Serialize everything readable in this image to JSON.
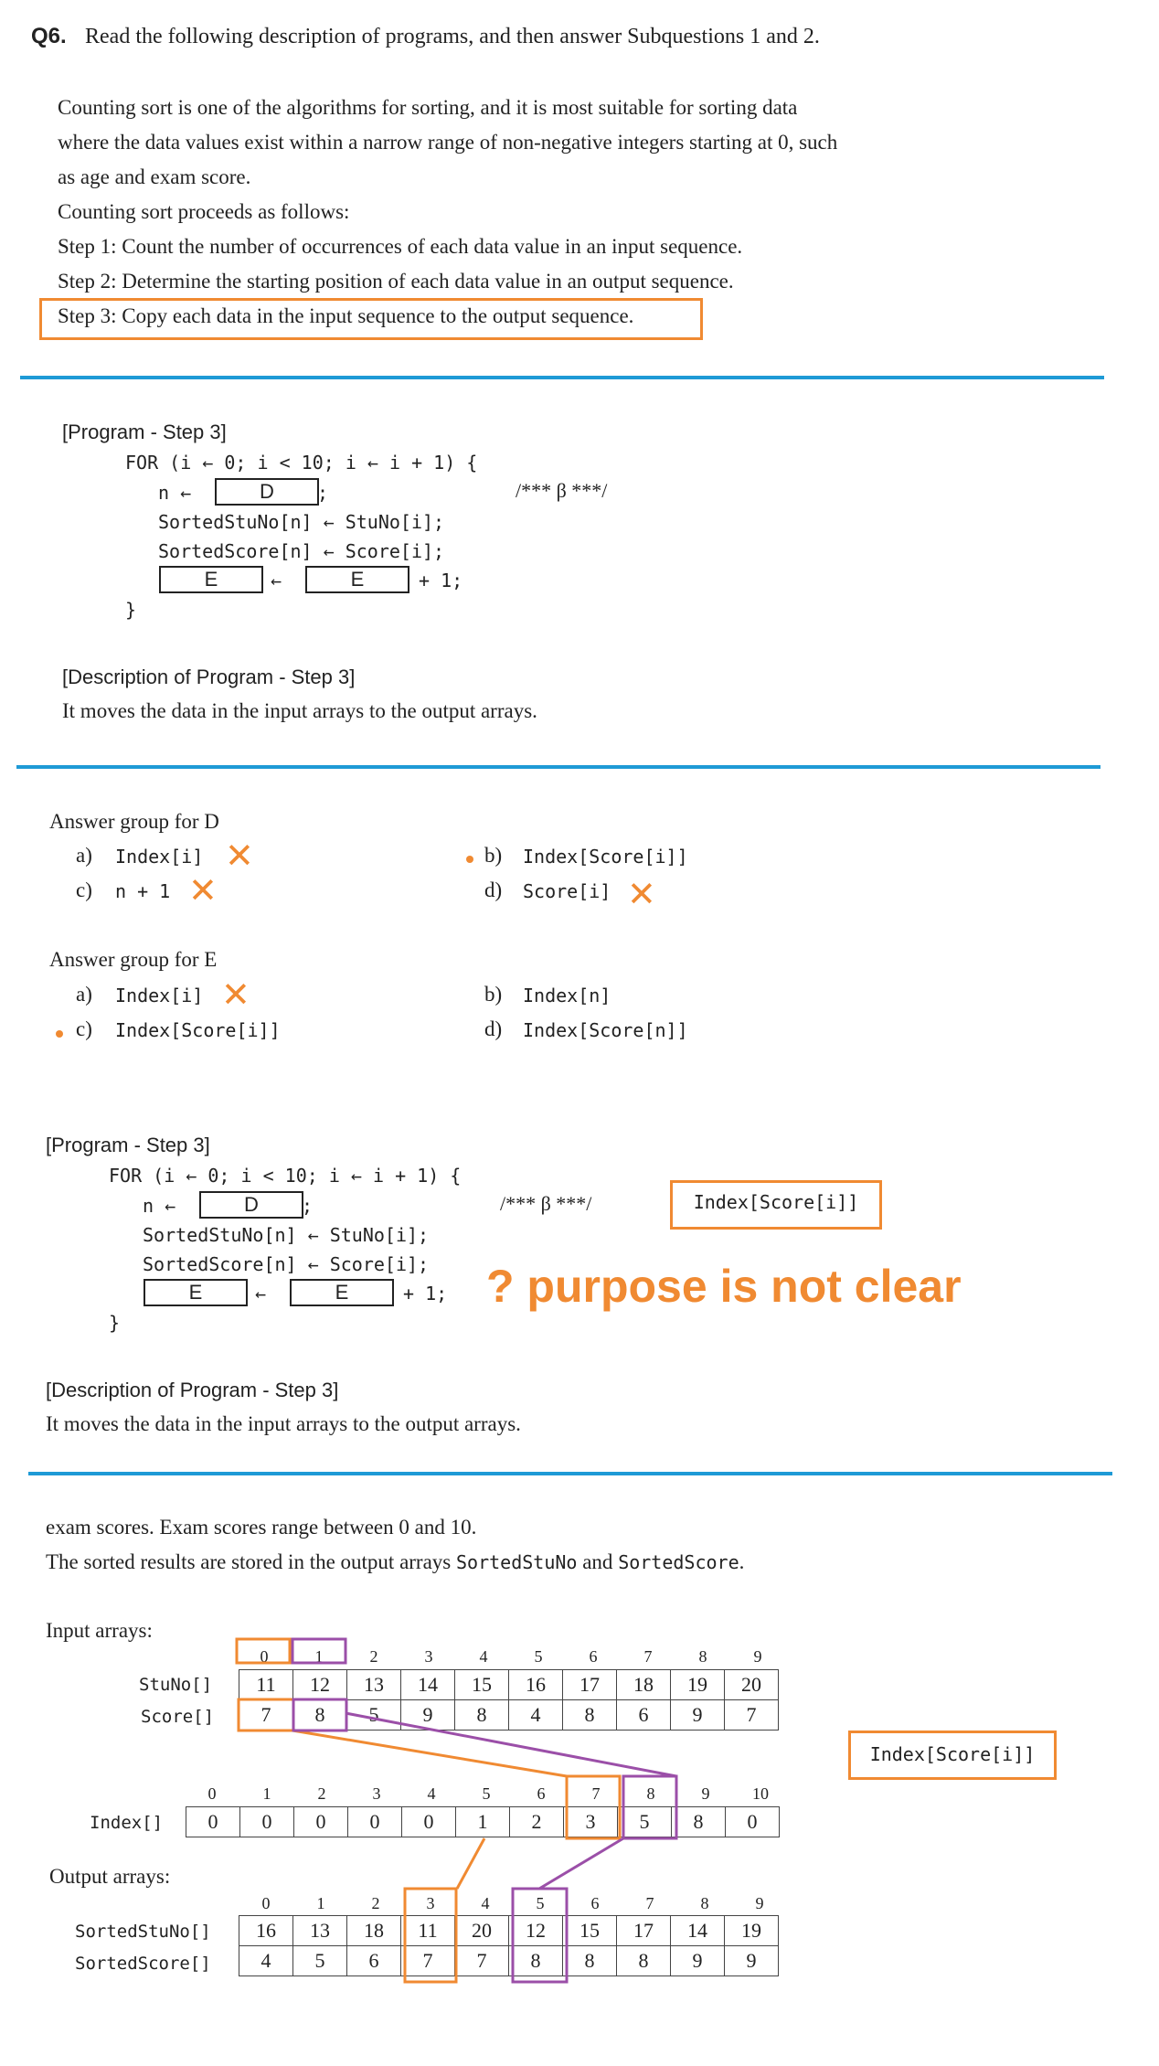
{
  "question": {
    "number": "Q6.",
    "text": "Read the following description of programs, and then answer Subquestions 1 and 2."
  },
  "intro": {
    "lines": [
      "Counting sort is one of the algorithms for sorting, and it is most suitable for sorting data",
      "where the data values exist within a narrow range of non-negative integers starting at 0, such",
      "as age and exam score.",
      "Counting sort proceeds as follows:",
      "Step 1: Count the number of occurrences of each data value in an input sequence.",
      "Step 2: Determine the starting position of each data value in an output sequence.",
      "Step 3: Copy each data in the input sequence to the output sequence."
    ]
  },
  "program": {
    "heading": "[Program - Step 3]",
    "for_line": "FOR (i ← 0; i < 10; i ← i + 1) {",
    "n_assign": "n ←",
    "box_d": "D",
    "semicolon": ";",
    "comment": "/*** β ***/",
    "line_stuno": "SortedStuNo[n] ← StuNo[i];",
    "line_score": "SortedScore[n] ← Score[i];",
    "box_e": "E",
    "arrow": "←",
    "plus_one": "+ 1;",
    "close_brace": "}",
    "desc_heading": "[Description of Program - Step 3]",
    "desc_text": "It moves the data in the input arrays to the output arrays."
  },
  "answers_d": {
    "heading": "Answer group for D",
    "options": [
      {
        "label": "a)",
        "code": "Index[i]"
      },
      {
        "label": "b)",
        "code": "Index[Score[i]]"
      },
      {
        "label": "c)",
        "code": "n + 1"
      },
      {
        "label": "d)",
        "code": "Score[i]"
      }
    ]
  },
  "answers_e": {
    "heading": "Answer group for E",
    "options": [
      {
        "label": "a)",
        "code": "Index[i]"
      },
      {
        "label": "b)",
        "code": "Index[n]"
      },
      {
        "label": "c)",
        "code": "Index[Score[i]]"
      },
      {
        "label": "d)",
        "code": "Index[Score[n]]"
      }
    ]
  },
  "annotations": {
    "cross": "✕",
    "answer_note": "Index[Score[i]]",
    "purpose_note": "? purpose is not clear"
  },
  "example": {
    "line1": "exam scores. Exam scores range between 0 and 10.",
    "line2_prefix": "The sorted results are stored in the output arrays",
    "line2_code1": "SortedStuNo",
    "line2_and": "and",
    "line2_code2": "SortedScore",
    "line2_end": ".",
    "input_label": "Input arrays:",
    "input_indices": [
      "0",
      "1",
      "2",
      "3",
      "4",
      "5",
      "6",
      "7",
      "8",
      "9"
    ],
    "stuno_label": "StuNo[]",
    "stuno": [
      "11",
      "12",
      "13",
      "14",
      "15",
      "16",
      "17",
      "18",
      "19",
      "20"
    ],
    "score_label": "Score[]",
    "score": [
      "7",
      "8",
      "5",
      "9",
      "8",
      "4",
      "8",
      "6",
      "9",
      "7"
    ],
    "index_indices": [
      "0",
      "1",
      "2",
      "3",
      "4",
      "5",
      "6",
      "7",
      "8",
      "9",
      "10"
    ],
    "index_label": "Index[]",
    "index": [
      "0",
      "0",
      "0",
      "0",
      "0",
      "1",
      "2",
      "3",
      "5",
      "8",
      "0"
    ],
    "output_label": "Output arrays:",
    "output_indices": [
      "0",
      "1",
      "2",
      "3",
      "4",
      "5",
      "6",
      "7",
      "8",
      "9"
    ],
    "sorted_stuno_label": "SortedStuNo[]",
    "sorted_stuno": [
      "16",
      "13",
      "18",
      "11",
      "20",
      "12",
      "15",
      "17",
      "14",
      "19"
    ],
    "sorted_score_label": "SortedScore[]",
    "sorted_score": [
      "4",
      "5",
      "6",
      "7",
      "7",
      "8",
      "8",
      "8",
      "9",
      "9"
    ]
  },
  "colors": {
    "orange": "#f08a32",
    "purple": "#9b4fa8",
    "rule_blue": "#1e9ad6"
  }
}
